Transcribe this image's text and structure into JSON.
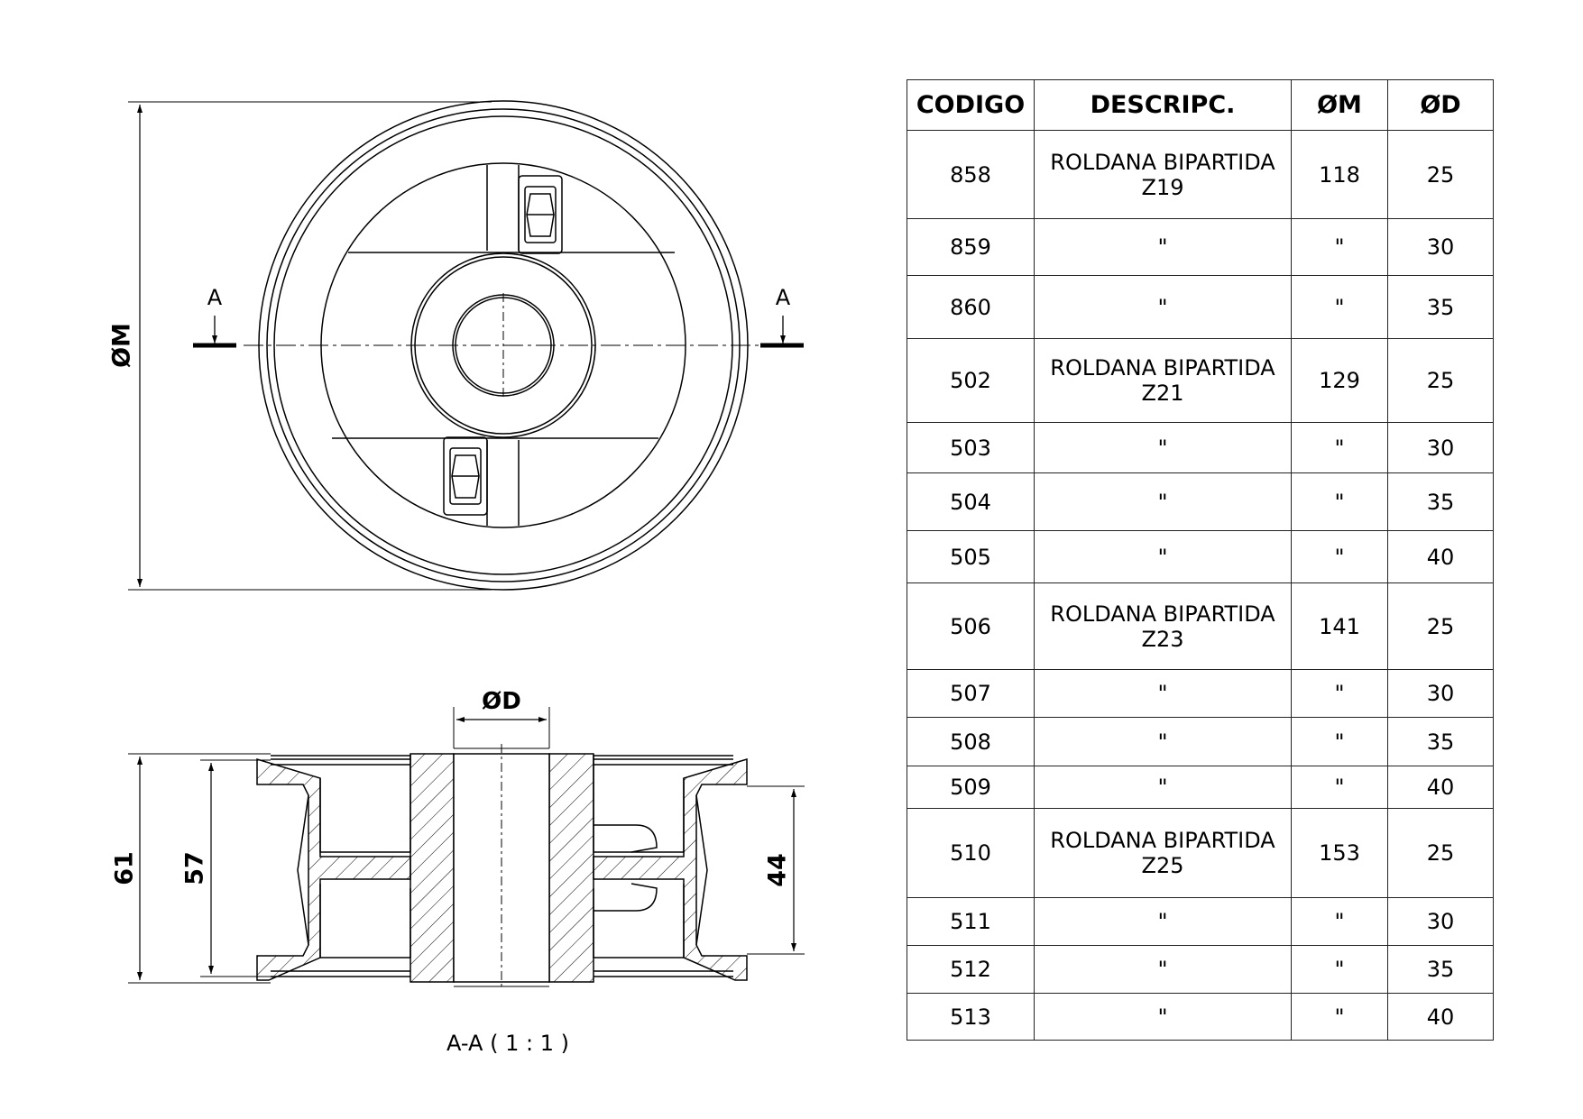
{
  "drawing": {
    "front_view": {
      "section_mark_left": "A",
      "section_mark_right": "A",
      "diameter_label": "ØM"
    },
    "section_view": {
      "bore_label": "ØD",
      "dim_61": "61",
      "dim_57": "57",
      "dim_44": "44",
      "caption": "A-A ( 1 : 1 )"
    }
  },
  "table": {
    "headers": [
      "CODIGO",
      "DESCRIPC.",
      "ØM",
      "ØD"
    ],
    "rows": [
      {
        "codigo": "858",
        "desc1": "ROLDANA BIPARTIDA",
        "desc2": "Z19",
        "m": "118",
        "d": "25"
      },
      {
        "codigo": "859",
        "desc1": "\"",
        "desc2": "",
        "m": "\"",
        "d": "30"
      },
      {
        "codigo": "860",
        "desc1": "\"",
        "desc2": "",
        "m": "\"",
        "d": "35"
      },
      {
        "codigo": "502",
        "desc1": "ROLDANA BIPARTIDA",
        "desc2": "Z21",
        "m": "129",
        "d": "25"
      },
      {
        "codigo": "503",
        "desc1": "\"",
        "desc2": "",
        "m": "\"",
        "d": "30"
      },
      {
        "codigo": "504",
        "desc1": "\"",
        "desc2": "",
        "m": "\"",
        "d": "35"
      },
      {
        "codigo": "505",
        "desc1": "\"",
        "desc2": "",
        "m": "\"",
        "d": "40"
      },
      {
        "codigo": "506",
        "desc1": "ROLDANA BIPARTIDA",
        "desc2": "Z23",
        "m": "141",
        "d": "25"
      },
      {
        "codigo": "507",
        "desc1": "\"",
        "desc2": "",
        "m": "\"",
        "d": "30"
      },
      {
        "codigo": "508",
        "desc1": "\"",
        "desc2": "",
        "m": "\"",
        "d": "35"
      },
      {
        "codigo": "509",
        "desc1": "\"",
        "desc2": "",
        "m": "\"",
        "d": "40"
      },
      {
        "codigo": "510",
        "desc1": "ROLDANA BIPARTIDA",
        "desc2": "Z25",
        "m": "153",
        "d": "25"
      },
      {
        "codigo": "511",
        "desc1": "\"",
        "desc2": "",
        "m": "\"",
        "d": "30"
      },
      {
        "codigo": "512",
        "desc1": "\"",
        "desc2": "",
        "m": "\"",
        "d": "35"
      },
      {
        "codigo": "513",
        "desc1": "\"",
        "desc2": "",
        "m": "\"",
        "d": "40"
      }
    ]
  }
}
